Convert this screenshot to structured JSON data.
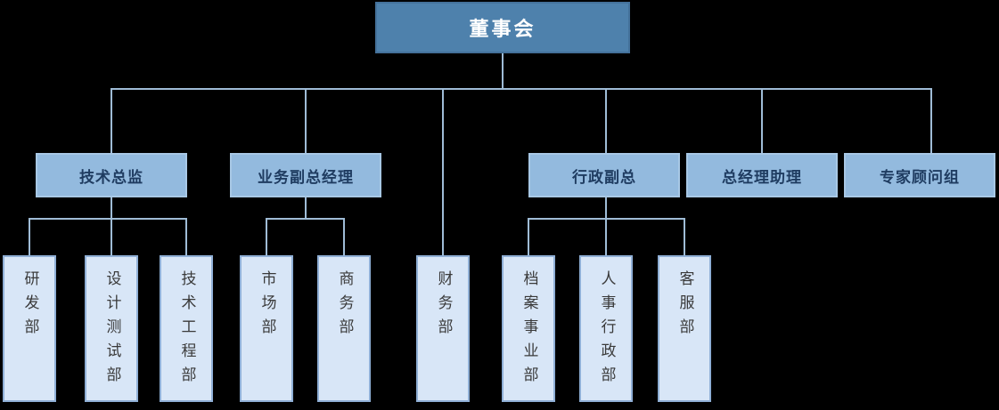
{
  "diagram": {
    "type": "org-chart",
    "root": {
      "label": "董事会"
    },
    "branches": [
      {
        "label": "技术总监",
        "children": [
          {
            "label": "研发部"
          },
          {
            "label": "设计测试部"
          },
          {
            "label": "技术工程部"
          }
        ]
      },
      {
        "label": "业务副总经理",
        "children": [
          {
            "label": "市场部"
          },
          {
            "label": "商务部"
          }
        ]
      },
      {
        "label": "行政副总",
        "children": [
          {
            "label": "档案事业部"
          },
          {
            "label": "人事行政部"
          },
          {
            "label": "客服部"
          }
        ]
      },
      {
        "label": "总经理助理",
        "children": []
      },
      {
        "label": "专家顾问组",
        "children": []
      }
    ],
    "root_direct_children": [
      {
        "label": "财务部"
      }
    ],
    "colors": {
      "background": "#000000",
      "root_fill": "#4e81ac",
      "root_text": "#ffffff",
      "branch_fill": "#93bade",
      "branch_text": "#1f3c61",
      "dept_fill": "#d8e6f7",
      "dept_border": "#8fafd6",
      "connector": "#9fbcd6"
    }
  }
}
